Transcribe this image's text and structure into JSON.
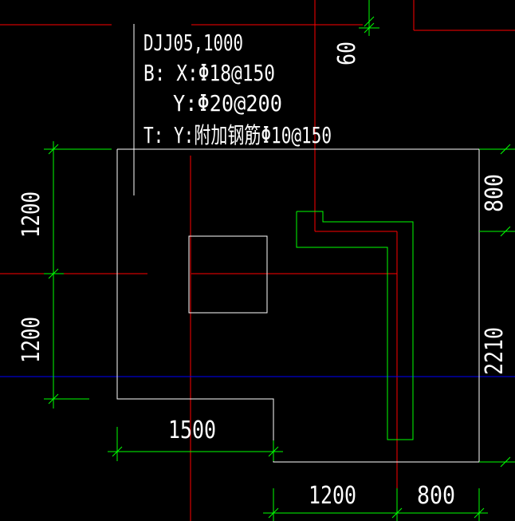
{
  "annotation": {
    "line1": "DJJ05,1000",
    "line2": "B: X:Φ18@150",
    "line3": "Y:Φ20@200",
    "line4": "T: Y:附加钢筋Φ10@150"
  },
  "dimensions": {
    "left_upper": "1200",
    "left_lower": "1200",
    "bottom_left": "1500",
    "bottom_mid": "1200",
    "bottom_right": "800",
    "right_upper": "800",
    "right_lower": "2210",
    "top_small": "60"
  },
  "colors": {
    "background": "#000000",
    "outline": "#ffffff",
    "axis": "#ff0000",
    "dimension": "#00ff00",
    "datum": "#0000ff"
  }
}
